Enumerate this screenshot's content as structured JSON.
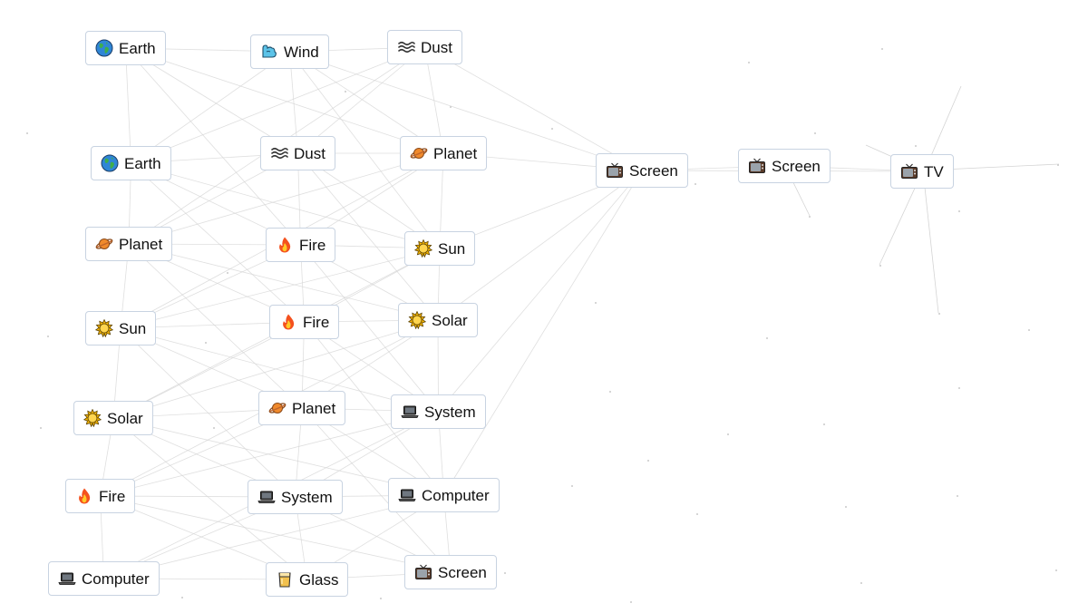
{
  "colors": {
    "item_border": "#c8d3e1",
    "connector": "#d4d4d4",
    "background": "#ffffff"
  },
  "elements": [
    {
      "id": "earth-1",
      "label": "Earth",
      "icon": "earth-globe-icon"
    },
    {
      "id": "wind-1",
      "label": "Wind",
      "icon": "wind-icon"
    },
    {
      "id": "dust-1",
      "label": "Dust",
      "icon": "dust-icon"
    },
    {
      "id": "earth-2",
      "label": "Earth",
      "icon": "earth-globe-icon"
    },
    {
      "id": "dust-2",
      "label": "Dust",
      "icon": "dust-icon"
    },
    {
      "id": "planet-1",
      "label": "Planet",
      "icon": "planet-icon"
    },
    {
      "id": "planet-2",
      "label": "Planet",
      "icon": "planet-icon"
    },
    {
      "id": "fire-1",
      "label": "Fire",
      "icon": "fire-icon"
    },
    {
      "id": "sun-1",
      "label": "Sun",
      "icon": "sun-icon"
    },
    {
      "id": "sun-2",
      "label": "Sun",
      "icon": "sun-icon"
    },
    {
      "id": "fire-2",
      "label": "Fire",
      "icon": "fire-icon"
    },
    {
      "id": "solar-1",
      "label": "Solar",
      "icon": "sun-icon"
    },
    {
      "id": "solar-2",
      "label": "Solar",
      "icon": "sun-icon"
    },
    {
      "id": "planet-3",
      "label": "Planet",
      "icon": "planet-icon"
    },
    {
      "id": "system-1",
      "label": "System",
      "icon": "laptop-icon"
    },
    {
      "id": "fire-3",
      "label": "Fire",
      "icon": "fire-icon"
    },
    {
      "id": "system-2",
      "label": "System",
      "icon": "laptop-icon"
    },
    {
      "id": "computer-1",
      "label": "Computer",
      "icon": "laptop-icon"
    },
    {
      "id": "computer-2",
      "label": "Computer",
      "icon": "laptop-icon"
    },
    {
      "id": "glass-1",
      "label": "Glass",
      "icon": "glass-icon"
    },
    {
      "id": "screen-1",
      "label": "Screen",
      "icon": "tv-icon"
    },
    {
      "id": "screen-2",
      "label": "Screen",
      "icon": "tv-icon"
    },
    {
      "id": "screen-3",
      "label": "Screen",
      "icon": "tv-icon"
    },
    {
      "id": "tv-1",
      "label": "TV",
      "icon": "tv-icon"
    }
  ]
}
